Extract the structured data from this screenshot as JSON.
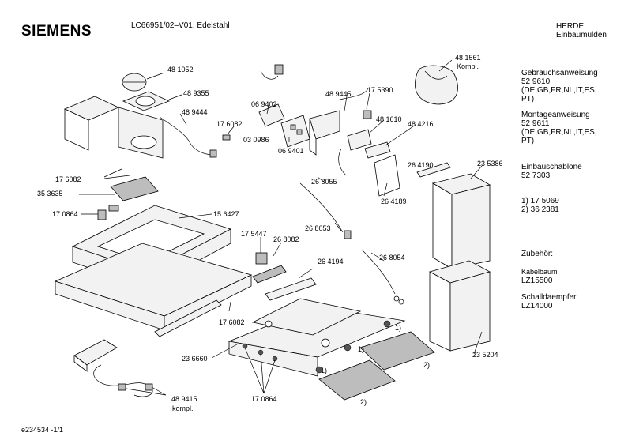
{
  "header": {
    "brand": "SIEMENS",
    "model": "LC66951/02–V01, Edelstahl",
    "category_line1": "HERDE",
    "category_line2": "Einbaumulden"
  },
  "footer": {
    "doc_id": "e234534   -1/1"
  },
  "parts": {
    "p481052": "48 1052",
    "p489355": "48 9355",
    "p489444": "48 9444",
    "p069402": "06 9402",
    "p176082a": "17 6082",
    "p030986": "03 0986",
    "p069401": "06 9401",
    "p489445": "48 9445",
    "p175390": "17 5390",
    "p481610": "48 1610",
    "p484216": "48 4216",
    "p481561": "48 1561",
    "p481561b": "Kompl.",
    "p176082b": "17 6082",
    "p353635": "35 3635",
    "p170864a": "17 0864",
    "p156427": "15 6427",
    "p268055": "26 8055",
    "p264189": "26 4189",
    "p264190": "26 4190",
    "p235386": "23 5386",
    "p268053": "26 8053",
    "p175447": "17 5447",
    "p268082": "26 8082",
    "p264194": "26 4194",
    "p268054": "26 8054",
    "p176082c": "17 6082",
    "p236660": "23 6660",
    "p235204": "23 5204",
    "p170864b": "17 0864",
    "p489415": "48 9415",
    "p489415b": "kompl.",
    "n1a": "1)",
    "n1b": "1)",
    "n1c": "1)",
    "n2a": "2)",
    "n2b": "2)"
  },
  "sidebar": {
    "gebrauch_title": "Gebrauchsanweisung",
    "gebrauch_num": "52 9610",
    "gebrauch_lang1": "(DE,GB,FR,NL,IT,ES,",
    "gebrauch_lang2": "PT)",
    "montage_title": "Montageanweisung",
    "montage_num": "52 9611",
    "montage_lang1": "(DE,GB,FR,NL,IT,ES,",
    "montage_lang2": "PT)",
    "schablone_title": "Einbauschablone",
    "schablone_num": "52 7303",
    "note1": "1)  17 5069",
    "note2": "2)  36 2381",
    "zubehoer": "Zubehör:",
    "kabel_title": "Kabelbaum",
    "kabel_num": "LZ15500",
    "schall_title": "Schalldaempfer",
    "schall_num": "LZ14000"
  }
}
